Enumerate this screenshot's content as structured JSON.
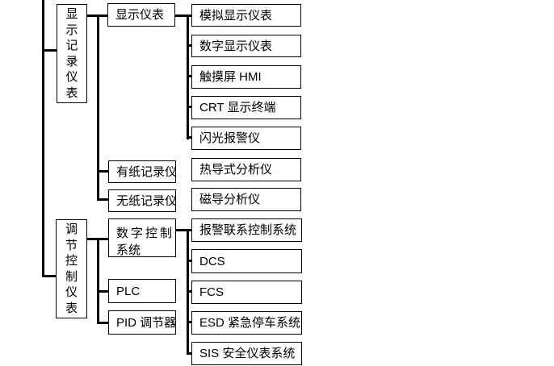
{
  "diagram": {
    "groups": {
      "display_recording": {
        "root_label": "显示记录仪表",
        "display_instruments": {
          "label": "显示仪表",
          "children": {
            "analog_display": "模拟显示仪表",
            "digital_display": "数字显示仪表",
            "touchscreen_hmi": "触摸屏 HMI",
            "crt_terminal": "CRT 显示终端",
            "flash_alarm": "闪光报警仪"
          }
        },
        "paper_recorder": "有纸记录仪",
        "paperless_recorder": "无纸记录仪",
        "unconnected": {
          "thermal_analyzer": "热导式分析仪",
          "magnetic_analyzer": "磁导分析仪"
        }
      },
      "control": {
        "root_label": "调节控制仪表",
        "digital_control": {
          "label": "数字控制系统",
          "line1": "数字控制",
          "line2": "系统",
          "children": {
            "alarm_linked_control": "报警联系控制系统",
            "dcs": "DCS",
            "fcs": "FCS",
            "esd": "ESD 紧急停车系统",
            "sis": "SIS 安全仪表系统"
          }
        },
        "plc": "PLC",
        "pid_regulator": "PID 调节器"
      }
    },
    "colors": {
      "line": "#000000",
      "box_border": "#000000",
      "text": "#000000",
      "background": "#ffffff"
    }
  }
}
